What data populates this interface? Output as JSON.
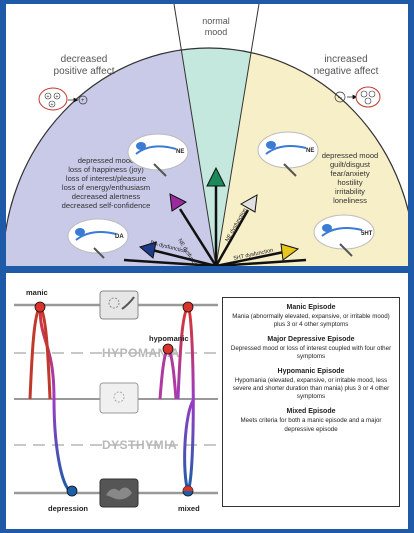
{
  "top": {
    "normal_mood": [
      "normal",
      "mood"
    ],
    "decreased": [
      "decreased",
      "positive affect"
    ],
    "increased": [
      "increased",
      "negative affect"
    ],
    "left_symptoms": [
      "depressed mood",
      "loss of happiness (joy)",
      "loss of interest/pleasure",
      "loss of energy/enthusiasm",
      "decreased alertness",
      "decreased self-confidence"
    ],
    "right_symptoms": [
      "depressed mood",
      "guilt/disgust",
      "fear/anxiety",
      "hostility",
      "irritability",
      "loneliness"
    ],
    "neuro_labels": {
      "ne_left": "NE",
      "da": "DA",
      "ne_right": "NE",
      "ht": "5HT"
    },
    "arrow_labels": {
      "da": "DA dysfunction",
      "ne_left": "NE dysfunction",
      "ne_right": "NE dysfunction",
      "ht": "5HT dysfunction"
    },
    "colors": {
      "left_region": "#c9c9e8",
      "middle_region": "#c4e8dd",
      "right_region": "#f7efc7",
      "arrow_green": "#1a8a5a",
      "arrow_purple": "#9a2aa0",
      "arrow_navy": "#1e3c8c",
      "arrow_yellow": "#e9c61e",
      "arrow_black": "#111111"
    }
  },
  "bottom": {
    "bands": {
      "hypomania": "HYPOMANIA",
      "dysthymia": "DYSTHYMIA"
    },
    "states": {
      "manic": "manic",
      "hypomanic": "hypomanic",
      "depression": "depression",
      "mixed": "mixed"
    },
    "episodes": [
      {
        "title": "Manic Episode",
        "desc": "Mania (abnormally elevated, expansive, or irritable mood) plus 3 or 4 other symptoms"
      },
      {
        "title": "Major Depressive Episode",
        "desc": "Depressed mood or loss of interest coupled with four other symptoms"
      },
      {
        "title": "Hypomanic Episode",
        "desc": "Hypomania (elevated, expansive, or irritable mood, less severe and shorter duration than mania) plus 3 or 4 other symptoms"
      },
      {
        "title": "Mixed Episode",
        "desc": "Meets criteria for both a manic episode and a major depressive episode"
      }
    ],
    "colors": {
      "mania_red": "#d9342b",
      "depression_blue": "#1b5fa8",
      "curve_mid": "#9b3cc4"
    }
  }
}
